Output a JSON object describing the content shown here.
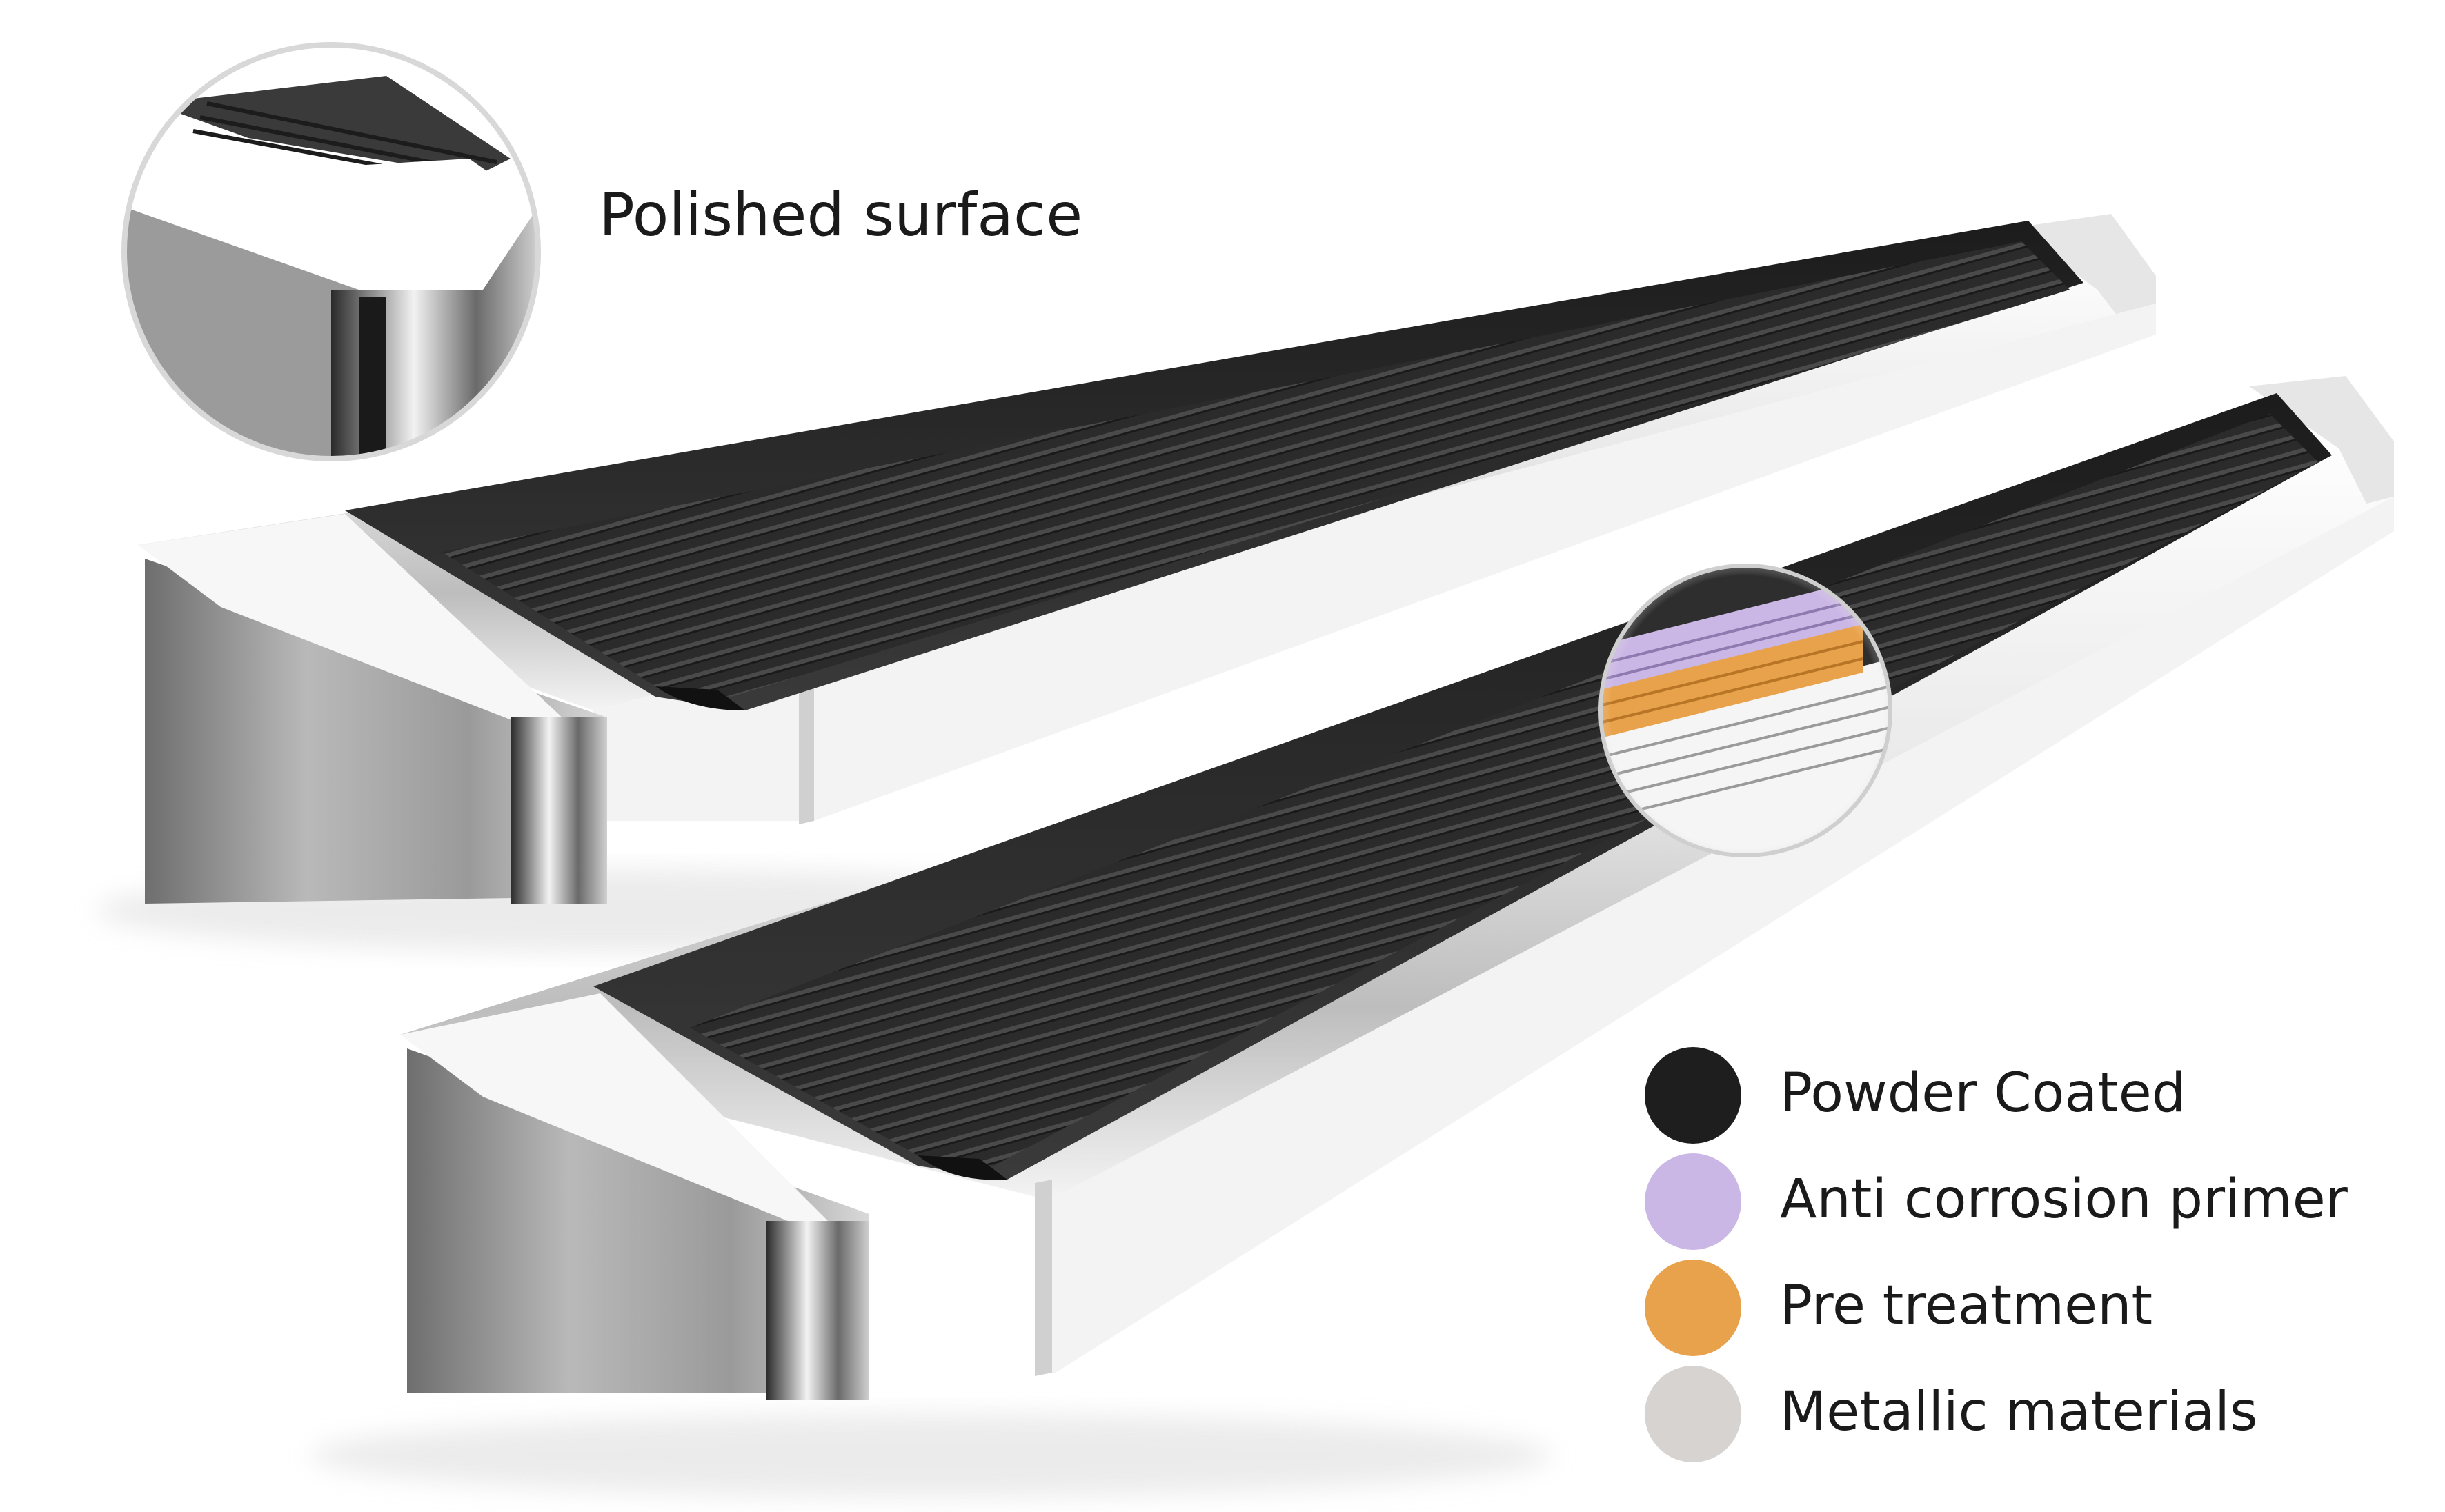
{
  "callout": {
    "label": "Polished surface"
  },
  "legend": {
    "items": [
      {
        "label": "Powder Coated",
        "color": "#1e1e1e"
      },
      {
        "label": "Anti corrosion primer",
        "color": "#cbb7e5"
      },
      {
        "label": "Pre treatment",
        "color": "#e9a24c"
      },
      {
        "label": "Metallic materials",
        "color": "#d6d3d1"
      }
    ]
  }
}
